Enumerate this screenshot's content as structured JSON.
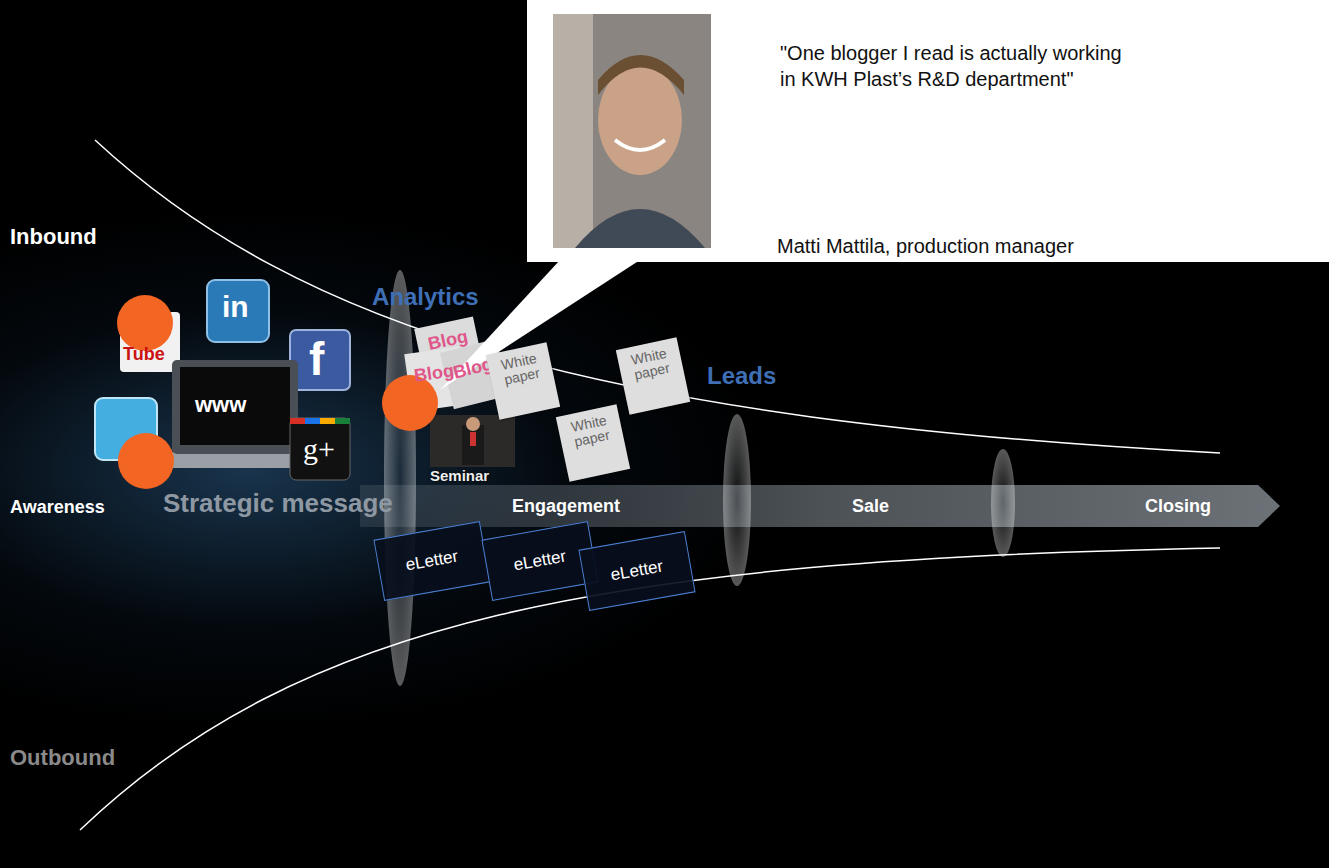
{
  "diagram": {
    "nodes": [
      {
        "text": [
          "\"One blogger I read is actually working in KWH Plast’s R&D department\"",
          "Matti Mattila, production manager"
        ]
      },
      {
        "text": [
          "Engagement",
          "Sale",
          "Closing"
        ]
      },
      {
        "text": [
          "White paper"
        ]
      },
      {
        "text": [
          "White paper"
        ]
      },
      {
        "text": [
          "White paper"
        ]
      },
      {
        "text": [
          "eLetter"
        ]
      },
      {
        "text": [
          "eLetter"
        ]
      },
      {
        "text": [
          "eLetter"
        ]
      }
    ],
    "labels": [
      "Inbound",
      "Outbound",
      "Analytics",
      "Leads",
      "Awareness",
      "Strategic message",
      "Seminar",
      "www",
      "in",
      "f",
      "g+",
      "Tube",
      "Blog",
      "Blog",
      "Blog"
    ]
  }
}
